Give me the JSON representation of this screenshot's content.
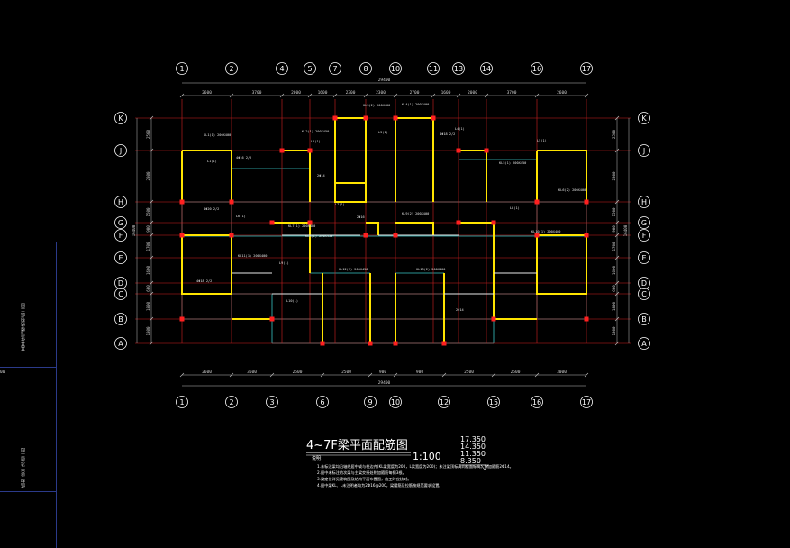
{
  "drawing": {
    "title": "4~7F梁平面配筋图",
    "scale": "1:100",
    "levels": [
      "17.350",
      "14.350",
      "11.350",
      "8.350"
    ],
    "notes_heading": "说明：",
    "notes": [
      "1.未标注梁均沿轴线居中或与柱边齐(KL梁宽度为200，L梁宽度为200)；未注梁顶标高同楼面标高。附加箍筋2Φ14。",
      "2.图中未标注的次梁与主梁交接处附加箍筋每侧3根。",
      "3.梁定位详见建筑图及结构平面布置图，施工时应核对。",
      "4.图中梁KL、L未注明者均为2Φ16@200，梁腰筋及拉筋按规范要求设置。"
    ]
  },
  "axes": {
    "top": [
      "1",
      "2",
      "4",
      "5",
      "7",
      "8",
      "10",
      "11",
      "13",
      "14",
      "16",
      "17"
    ],
    "bottom": [
      "1",
      "2",
      "3",
      "6",
      "9",
      "10",
      "12",
      "15",
      "16",
      "17"
    ],
    "rows": [
      "K",
      "J",
      "H",
      "G",
      "F",
      "E",
      "D",
      "C",
      "B",
      "A"
    ]
  },
  "dimensions": {
    "top_segments": [
      "2600",
      "3700",
      "2000",
      "1600",
      "2300",
      "2300",
      "2700",
      "1600",
      "2000",
      "3700",
      "2600"
    ],
    "top_total": "29400",
    "bottom_segments": [
      "2600",
      "3600",
      "2500",
      "2500",
      "900",
      "900",
      "2500",
      "2500",
      "3000",
      "2600"
    ],
    "bottom_total": "29400",
    "left_segments": [
      "2500",
      "2800",
      "1500",
      "900",
      "1700",
      "1600",
      "600",
      "1800",
      "1800"
    ],
    "left_total": "16400",
    "right_segments": [
      "2500",
      "2800",
      "1500",
      "900",
      "1700",
      "1600",
      "600",
      "1800",
      "1800"
    ],
    "right_total": "16400"
  },
  "beam_labels": [
    "KL1(1) 200X400",
    "L1(1)",
    "4Φ16 2/2",
    "KL2(1) 200X450",
    "L2(1)",
    "2Φ14",
    "KL3(2) 200X400",
    "L3(1)",
    "KL4(1) 200X400",
    "4Φ18 2/2",
    "L4(1)",
    "KL5(1) 200X450",
    "L5(1)",
    "KL6(2) 200X400",
    "4Φ20 2/2",
    "L6(1)",
    "KL7(1) 200X400",
    "KL8(1) 200X450",
    "L7(1)",
    "2Φ16",
    "KL9(2) 200X400",
    "L8(1)",
    "KL10(1) 200X400",
    "4Φ18 2/2",
    "KL11(1) 200X400",
    "L9(1)",
    "KL12(1) 200X450",
    "KL13(2) 200X400",
    "L10(1)",
    "2Φ14"
  ],
  "sidebar": {
    "text_upper": "某某住宅楼结构施工图",
    "text_lower": "结构 梁平法施工图"
  }
}
